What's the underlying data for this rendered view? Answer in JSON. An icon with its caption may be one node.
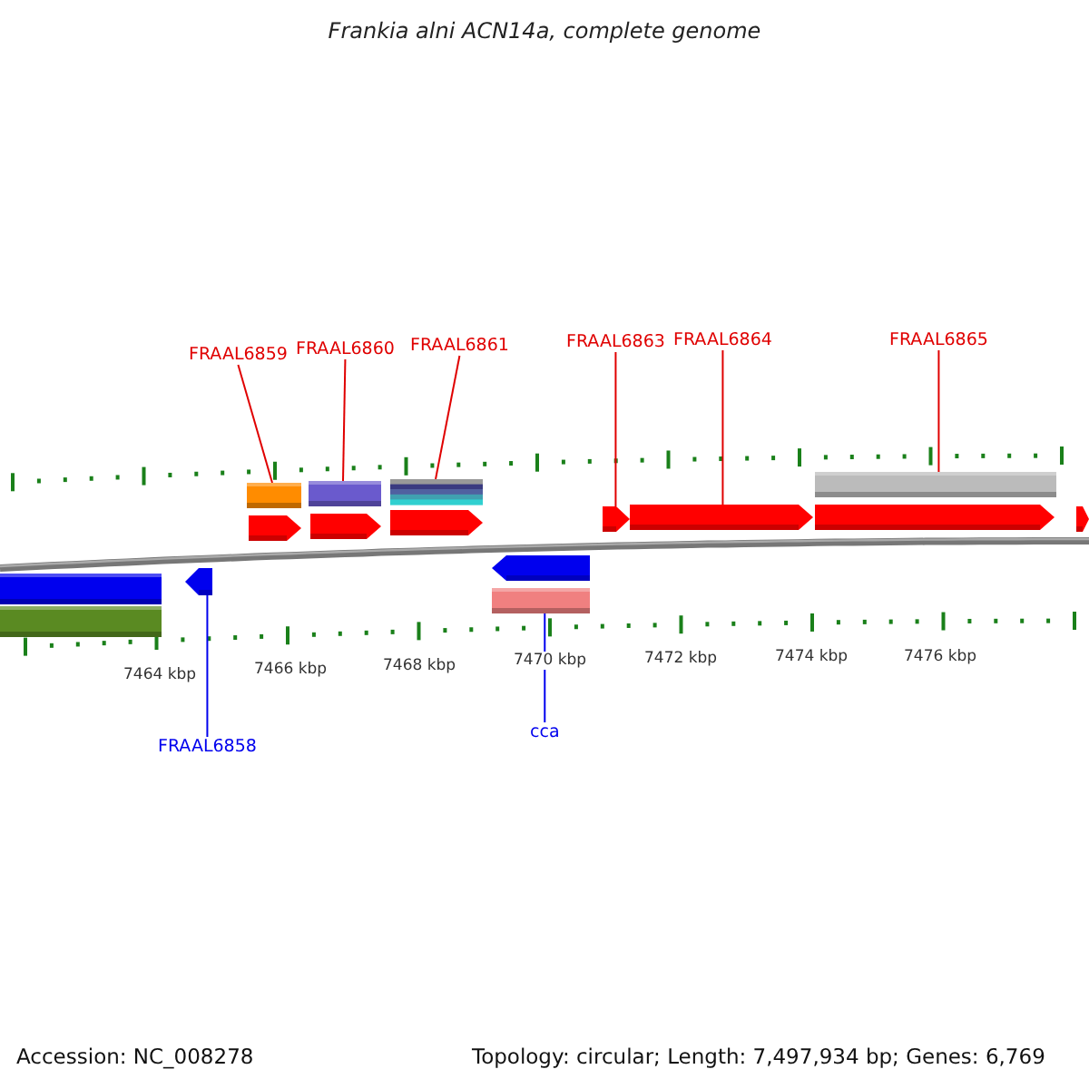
{
  "diagram": {
    "title": "Frankia alni ACN14a, complete genome",
    "nodes": [
      {
        "text": [
          "FRAAL6859"
        ]
      },
      {
        "text": [
          "FRAAL6860"
        ]
      },
      {
        "text": [
          "FRAAL6861"
        ]
      },
      {
        "text": [
          "FRAAL6863"
        ]
      },
      {
        "text": [
          "FRAAL6864"
        ]
      },
      {
        "text": [
          "FRAAL6865"
        ]
      },
      {
        "text": [],
        "shape": "bar"
      },
      {
        "text": [],
        "shape": "bar"
      },
      {
        "text": [],
        "shape": "bar"
      },
      {
        "text": [],
        "shape": "bar"
      },
      {
        "text": [],
        "shape": "arrow"
      },
      {
        "text": [],
        "shape": "arrow"
      },
      {
        "text": [],
        "shape": "arrow"
      },
      {
        "text": [],
        "shape": "arrow"
      },
      {
        "text": [],
        "shape": "arrow"
      },
      {
        "text": [],
        "shape": "arrow"
      },
      {
        "text": [],
        "shape": "arrow"
      },
      {
        "text": [],
        "shape": "bar"
      },
      {
        "text": [],
        "shape": "arrow"
      },
      {
        "text": [],
        "shape": "arrow"
      },
      {
        "text": [],
        "shape": "bar"
      },
      {
        "text": [],
        "shape": "bar"
      },
      {
        "text": [
          "FRAAL6858"
        ]
      },
      {
        "text": [
          "cca"
        ]
      }
    ],
    "edges": [
      {
        "from": 0,
        "to": 6,
        "arrow": "none"
      },
      {
        "from": 1,
        "to": 7,
        "arrow": "none"
      },
      {
        "from": 2,
        "to": 8,
        "arrow": "none"
      },
      {
        "from": 3,
        "to": 13,
        "arrow": "none"
      },
      {
        "from": 4,
        "to": 14,
        "arrow": "none"
      },
      {
        "from": 5,
        "to": 9,
        "arrow": "none"
      },
      {
        "from": 22,
        "to": 18,
        "arrow": "none",
        "color": "#0000ee"
      },
      {
        "from": 23,
        "to": 21,
        "arrow": "none",
        "color": "#0000ee"
      }
    ],
    "labels": [
      "7464 kbp",
      "7466 kbp",
      "7468 kbp",
      "7470 kbp",
      "7472 kbp",
      "7474 kbp",
      "7476 kbp",
      "Accession: NC_008278",
      "Topology: circular; Length: 7,497,934 bp; Genes: 6,769"
    ]
  }
}
